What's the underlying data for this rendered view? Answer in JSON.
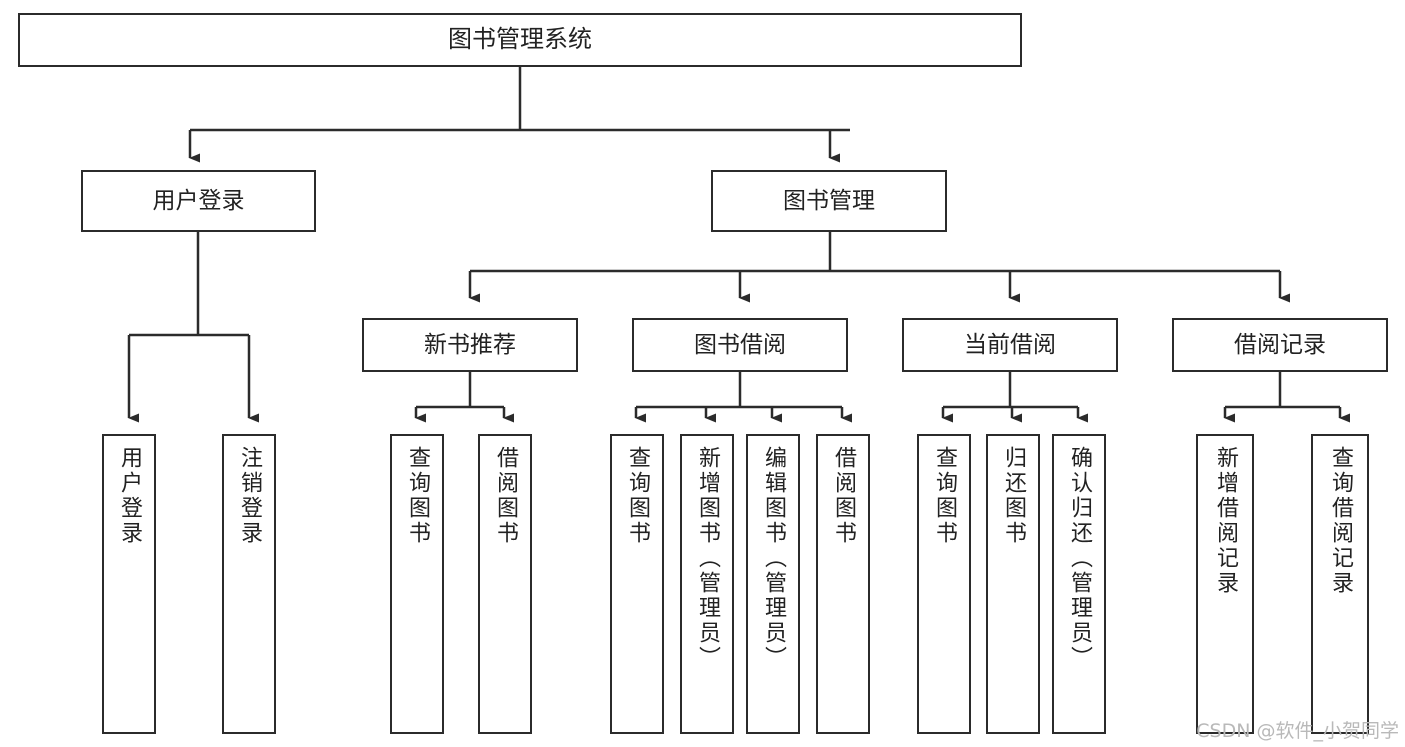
{
  "diagram": {
    "title": "图书管理系统",
    "type": "tree",
    "orientation": "top-down",
    "watermark": "CSDN @软件_小贺同学",
    "colors": {
      "box_border": "#2b2b2b",
      "box_fill": "#ffffff",
      "edge": "#2b2b2b",
      "text": "#222222",
      "watermark": "#b9b9b9",
      "background": "#ffffff"
    },
    "levels": {
      "root": {
        "label": "图书管理系统"
      },
      "level2": [
        {
          "label": "用户登录"
        },
        {
          "label": "图书管理"
        }
      ],
      "level3": [
        {
          "label": "新书推荐"
        },
        {
          "label": "图书借阅"
        },
        {
          "label": "当前借阅"
        },
        {
          "label": "借阅记录"
        }
      ],
      "leaves": [
        {
          "label": "用户登录",
          "parent": "用户登录"
        },
        {
          "label": "注销登录",
          "parent": "用户登录"
        },
        {
          "label": "查询图书",
          "parent": "新书推荐"
        },
        {
          "label": "借阅图书",
          "parent": "新书推荐"
        },
        {
          "label": "查询图书",
          "parent": "图书借阅"
        },
        {
          "label": "新增图书（管理员）",
          "parent": "图书借阅"
        },
        {
          "label": "编辑图书（管理员）",
          "parent": "图书借阅"
        },
        {
          "label": "借阅图书",
          "parent": "图书借阅"
        },
        {
          "label": "查询图书",
          "parent": "当前借阅"
        },
        {
          "label": "归还图书",
          "parent": "当前借阅"
        },
        {
          "label": "确认归还（管理员）",
          "parent": "当前借阅"
        },
        {
          "label": "新增借阅记录",
          "parent": "借阅记录"
        },
        {
          "label": "查询借阅记录",
          "parent": "借阅记录"
        }
      ]
    }
  }
}
